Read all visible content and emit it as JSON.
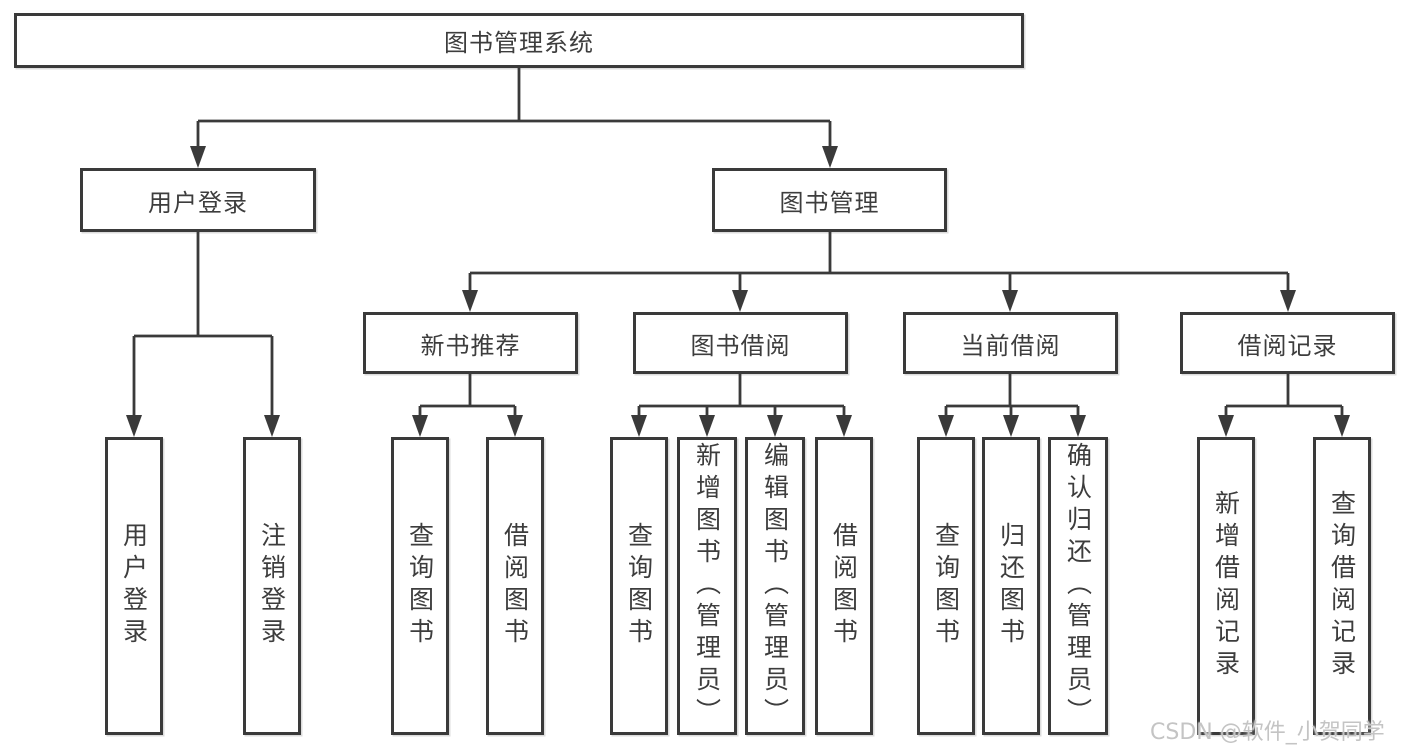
{
  "colors": {
    "line": "#3a3a3a",
    "border": "#3a3a3a",
    "text": "#3d3d3d",
    "watermark": "#c4c4c4",
    "background": "#ffffff"
  },
  "root": {
    "label": "图书管理系统"
  },
  "branches": {
    "userLogin": {
      "label": "用户登录",
      "children": {
        "login": "用户登录",
        "logout": "注销登录"
      }
    },
    "bookMgmt": {
      "label": "图书管理",
      "sections": {
        "newBooks": {
          "label": "新书推荐",
          "children": {
            "query": "查询图书",
            "borrow": "借阅图书"
          }
        },
        "bookBorrow": {
          "label": "图书借阅",
          "children": {
            "query": "查询图书",
            "add": "新增图书（管理员）",
            "edit": "编辑图书（管理员）",
            "borrow": "借阅图书"
          }
        },
        "currentBorrow": {
          "label": "当前借阅",
          "children": {
            "query": "查询图书",
            "return": "归还图书",
            "confirm": "确认归还（管理员）"
          }
        },
        "borrowRecords": {
          "label": "借阅记录",
          "children": {
            "add": "新增借阅记录",
            "query": "查询借阅记录"
          }
        }
      }
    }
  },
  "watermark": "CSDN @软件_小贺同学"
}
